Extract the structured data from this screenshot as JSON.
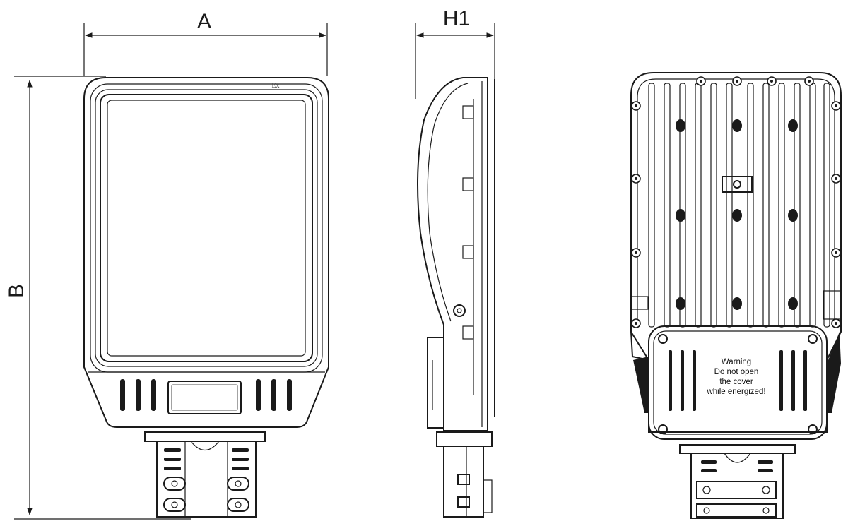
{
  "dimensions": {
    "width_label": "A",
    "height_label": "B",
    "depth_label": "H1"
  },
  "front_view": {
    "marking": "Ex"
  },
  "rear_view": {
    "warning_lines": [
      "Warning",
      "Do not open",
      "the cover",
      "while energized!"
    ]
  }
}
